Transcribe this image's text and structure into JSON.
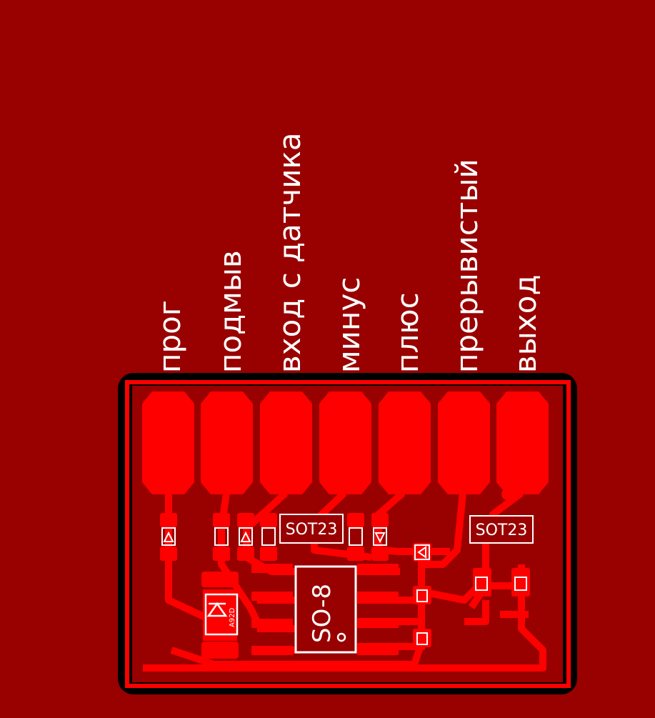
{
  "colors": {
    "background": "#990000",
    "copper": "#ff0000",
    "board_edge": "#000000",
    "silkscreen": "#ffffff"
  },
  "pads": [
    {
      "label": "прог"
    },
    {
      "label": "подмыв"
    },
    {
      "label": "вход с датчика"
    },
    {
      "label": "минус"
    },
    {
      "label": "плюс"
    },
    {
      "label": "прерывистый"
    },
    {
      "label": "выход"
    }
  ],
  "silkscreen": {
    "sot23_left": "SOT23",
    "sot23_right": "SOT23",
    "so8": "SO-8",
    "diode_code": "A92D"
  }
}
